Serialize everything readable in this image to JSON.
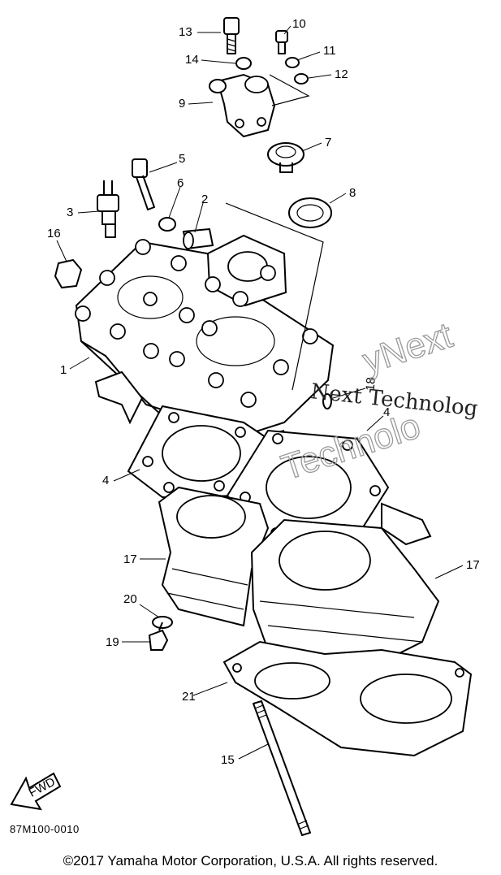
{
  "labels": {
    "p1": "1",
    "p2": "2",
    "p3": "3",
    "p4a": "4",
    "p4b": "4",
    "p5": "5",
    "p6": "6",
    "p7": "7",
    "p8": "8",
    "p9": "9",
    "p10": "10",
    "p11": "11",
    "p12": "12",
    "p13": "13",
    "p14": "14",
    "p15": "15",
    "p16": "16",
    "p17a": "17",
    "p17b": "17",
    "p18": "18",
    "p19": "19",
    "p20": "20",
    "p21": "21"
  },
  "fwd_label": "FWD",
  "drawing_code": "87M100-0010",
  "watermark": {
    "line1": "Next Technolog",
    "line2": "yNext",
    "line3": "Technolo"
  },
  "copyright": "©2017 Yamaha Motor Corporation, U.S.A. All rights reserved."
}
